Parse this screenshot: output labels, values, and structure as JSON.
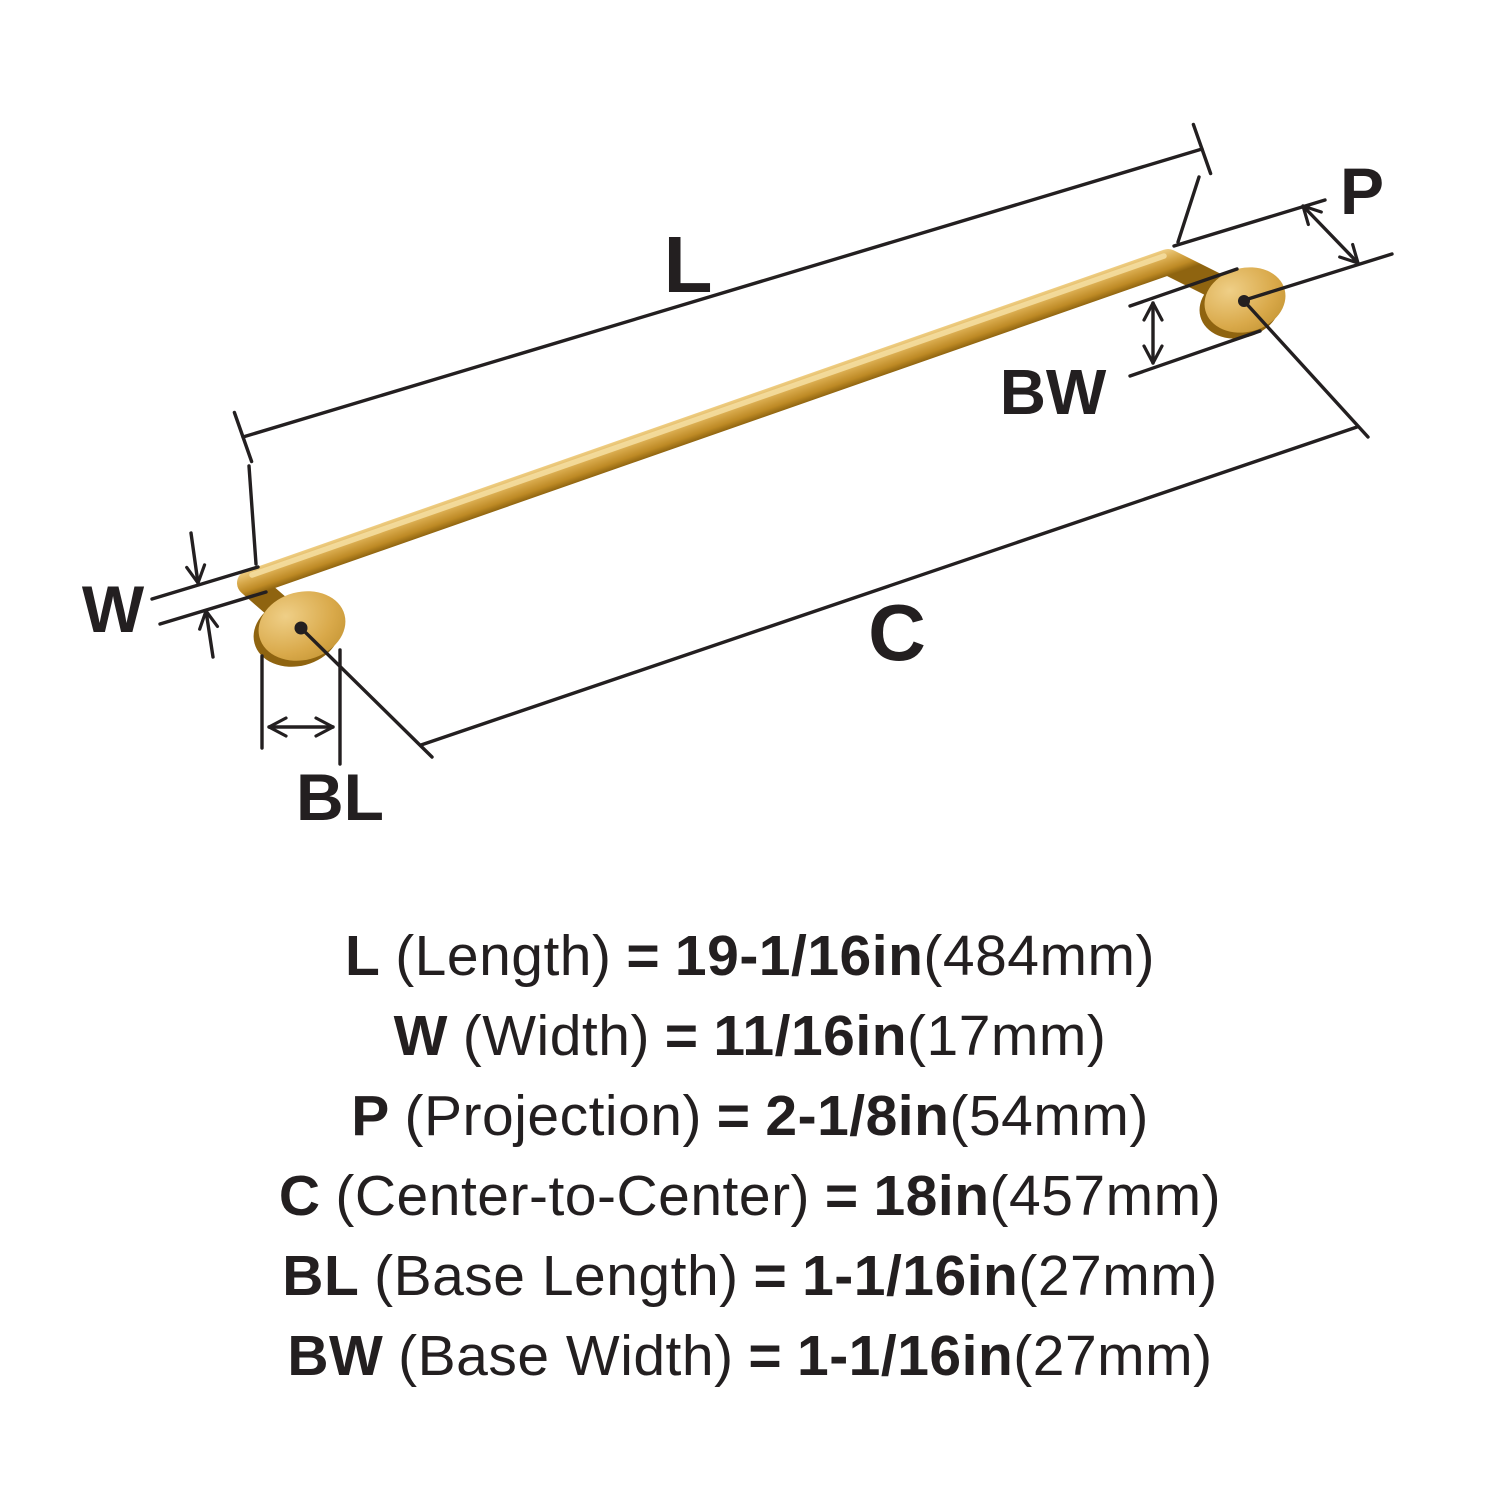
{
  "diagram": {
    "colors": {
      "line": "#231f20",
      "brass_light": "#F2D795",
      "brass_mid": "#D3A144",
      "brass_dark": "#97691A"
    },
    "labels": {
      "L": "L",
      "W": "W",
      "P": "P",
      "C": "C",
      "BL": "BL",
      "BW": "BW"
    }
  },
  "legend": {
    "rows": [
      {
        "abbr": "L",
        "label": "(Length)",
        "eq": "=",
        "value": "19-1/16in",
        "metric": "(484mm)"
      },
      {
        "abbr": "W",
        "label": "(Width)",
        "eq": "=",
        "value": "11/16in",
        "metric": "(17mm)"
      },
      {
        "abbr": "P",
        "label": "(Projection)",
        "eq": "=",
        "value": "2-1/8in",
        "metric": "(54mm)"
      },
      {
        "abbr": "C",
        "label": "(Center-to-Center)",
        "eq": "=",
        "value": "18in",
        "metric": "(457mm)"
      },
      {
        "abbr": "BL",
        "label": "(Base Length)",
        "eq": "=",
        "value": "1-1/16in",
        "metric": "(27mm)"
      },
      {
        "abbr": "BW",
        "label": "(Base Width)",
        "eq": "=",
        "value": "1-1/16in",
        "metric": "(27mm)"
      }
    ]
  }
}
